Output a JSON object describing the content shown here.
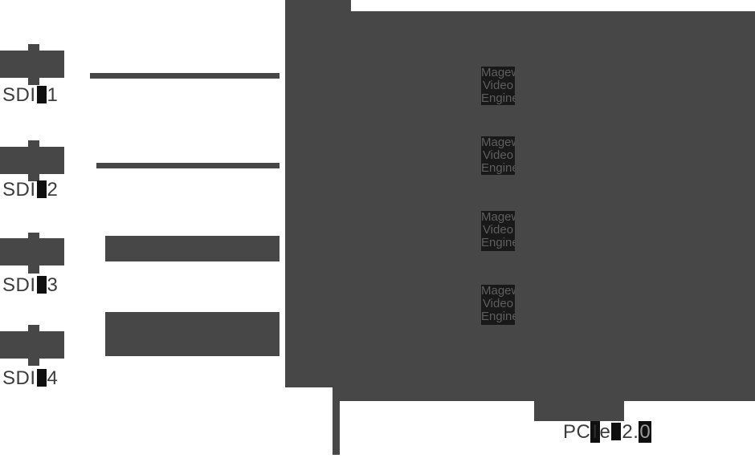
{
  "colors": {
    "background": "#ffffff",
    "shape_gray": "#474747",
    "engine_block_bg": "#191919",
    "engine_text": "#5f5f5f",
    "label_text": "#3c3c3c",
    "highlight_block": "#0f0f0f",
    "pcie_zero_text": "#9a9a9a"
  },
  "inputs": [
    {
      "full_label": "SDI 1",
      "prefix": "SDI",
      "number": "1"
    },
    {
      "full_label": "SDI 2",
      "prefix": "SDI",
      "number": "2"
    },
    {
      "full_label": "SDI 3",
      "prefix": "SDI",
      "number": "3"
    },
    {
      "full_label": "SDI 4",
      "prefix": "SDI",
      "number": "4"
    }
  ],
  "engine": {
    "lines": [
      "Magewell",
      "Video",
      "Engine"
    ]
  },
  "pcie": {
    "full_text": "PCIe 2.0",
    "segments": {
      "pc": "PC",
      "i": "I",
      "e": "e",
      "ver": "2.",
      "zero": "0"
    }
  }
}
